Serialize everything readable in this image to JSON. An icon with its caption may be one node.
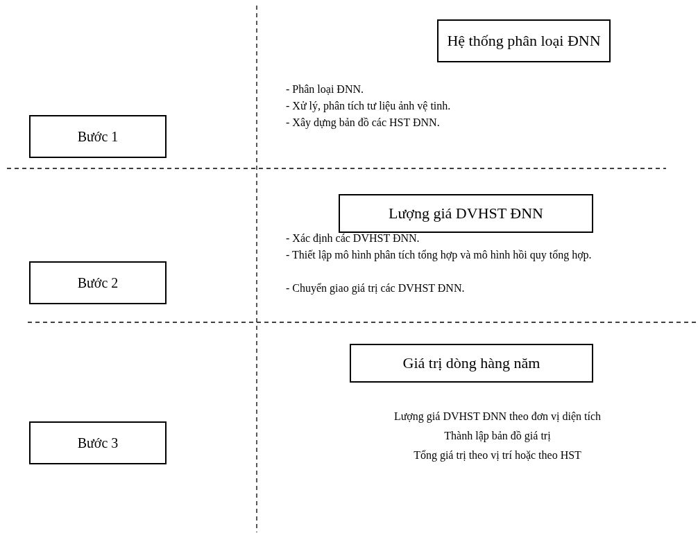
{
  "diagram": {
    "nodes": [
      {
        "text": [
          "Hệ thống phân loại ĐNN"
        ]
      },
      {
        "text": [
          "Bước 1"
        ]
      },
      {
        "text": [
          "Lượng giá DVHST ĐNN"
        ]
      },
      {
        "text": [
          "Bước 2"
        ]
      },
      {
        "text": [
          "Giá trị dòng hàng năm"
        ]
      },
      {
        "text": [
          "Bước 3"
        ]
      }
    ],
    "labels": [
      "- Phân loại ĐNN.",
      "- Xử lý, phân tích tư liệu ảnh vệ tinh.",
      "- Xây dựng bản đồ các HST ĐNN.",
      "- Xác định các DVHST ĐNN.",
      "- Thiết lập mô hình phân tích tổng hợp và mô hình hồi quy tổng hợp.",
      "- Chuyển giao giá trị các DVHST ĐNN.",
      "Lượng giá DVHST ĐNN theo đơn vị diện tích",
      "Thành lập bản đồ giá trị",
      "Tổng giá trị theo vị trí hoặc theo HST"
    ]
  }
}
